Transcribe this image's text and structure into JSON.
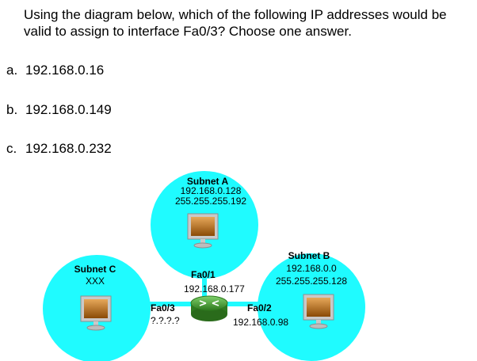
{
  "question": {
    "line1": "Using the diagram below, which of the following IP addresses would be",
    "line2": "valid to assign to interface Fa0/3? Choose one answer."
  },
  "answers": [
    {
      "letter": "a.",
      "text": "192.168.0.16"
    },
    {
      "letter": "b.",
      "text": "192.168.0.149"
    },
    {
      "letter": "c.",
      "text": "192.168.0.232"
    }
  ],
  "diagram": {
    "colors": {
      "subnet": "#1ffbff",
      "link": "#1ffbff",
      "router": "#3aa12a",
      "monitor_screen": "#b8660f"
    },
    "subnet_a": {
      "title": "Subnet A",
      "network": "192.168.0.128",
      "mask": "255.255.255.192"
    },
    "subnet_b": {
      "title": "Subnet B",
      "network": "192.168.0.0",
      "mask": "255.255.255.128"
    },
    "subnet_c": {
      "title": "Subnet C",
      "network": "XXX"
    },
    "fa01": {
      "name": "Fa0/1",
      "ip": "192.168.0.177"
    },
    "fa02": {
      "name": "Fa0/2",
      "ip": "192.168.0.98"
    },
    "fa03": {
      "name": "Fa0/3",
      "ip": "?.?.?.?"
    }
  }
}
